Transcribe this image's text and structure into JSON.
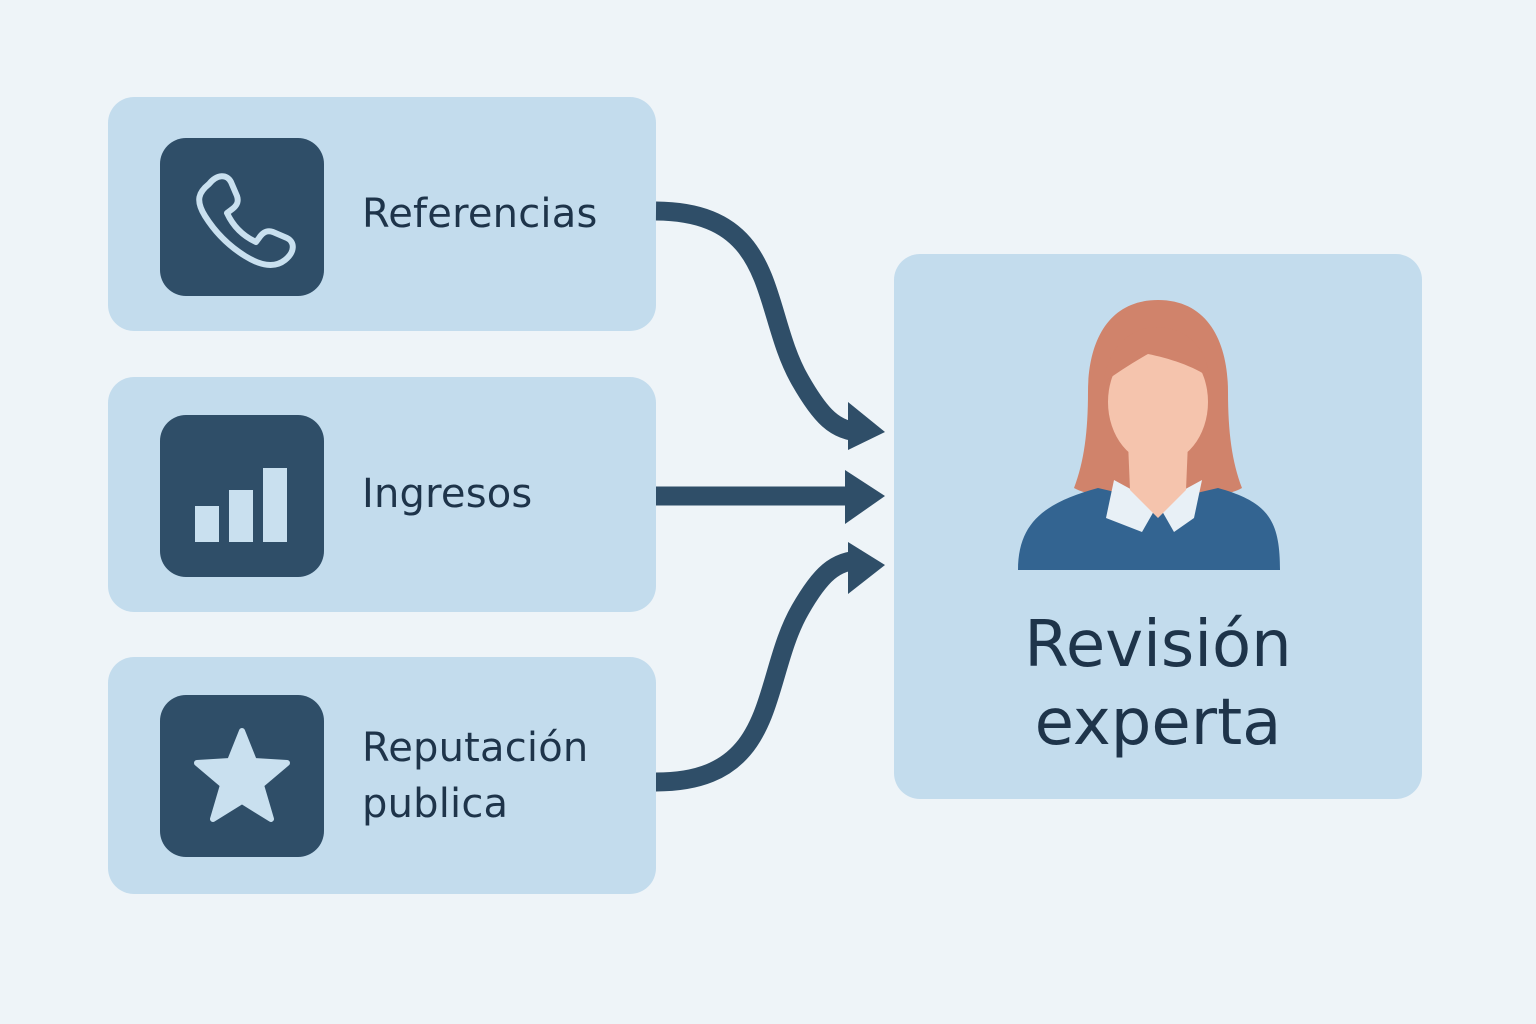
{
  "sources": [
    {
      "label": "Referencias",
      "icon": "phone-icon"
    },
    {
      "label": "Ingresos",
      "icon": "bar-chart-icon"
    },
    {
      "label": "Reputación\npublica",
      "icon": "star-icon"
    }
  ],
  "target": {
    "label": "Revisión\nexperta",
    "icon": "person-avatar-icon"
  },
  "colors": {
    "background": "#eef4f8",
    "card": "#c3dced",
    "icon_box": "#2f4e68",
    "arrow": "#2f4e68",
    "text": "#1e344a",
    "hair": "#d0836b",
    "skin": "#f5c4ad",
    "jacket": "#336491"
  }
}
